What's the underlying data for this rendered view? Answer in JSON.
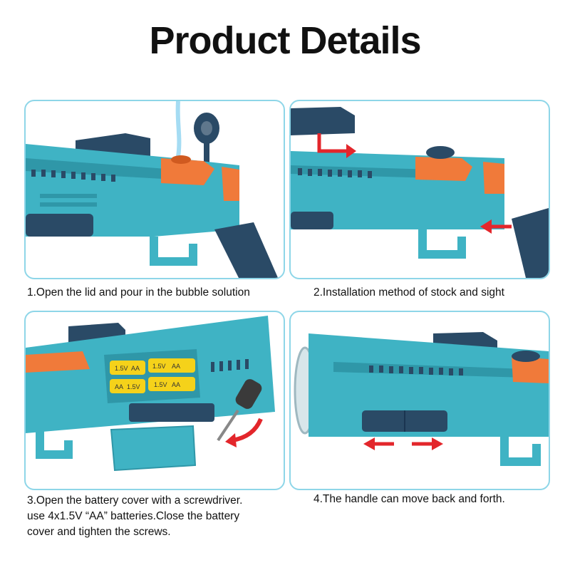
{
  "title": "Product Details",
  "steps": [
    {
      "caption": "1.Open the lid and pour in the bubble solution"
    },
    {
      "caption": "2.Installation method of stock and sight"
    },
    {
      "caption_lines": [
        "3.Open the battery cover with a screwdriver.",
        "use 4x1.5V “AA” batteries.Close the battery",
        "cover and tighten the screws."
      ]
    },
    {
      "caption": "4.The handle can move back and forth."
    }
  ],
  "battery_labels": [
    "1.5V",
    "AA",
    "1.5V",
    "AA",
    "AA",
    "1.5V",
    "1.5V",
    "AA"
  ],
  "colors": {
    "body_teal": "#3fb3c4",
    "dark_navy": "#2a4a66",
    "accent_orange": "#f07a3a",
    "panel_border": "#8ed6e8",
    "arrow_red": "#e3262b",
    "battery_yellow": "#f5d21a"
  }
}
